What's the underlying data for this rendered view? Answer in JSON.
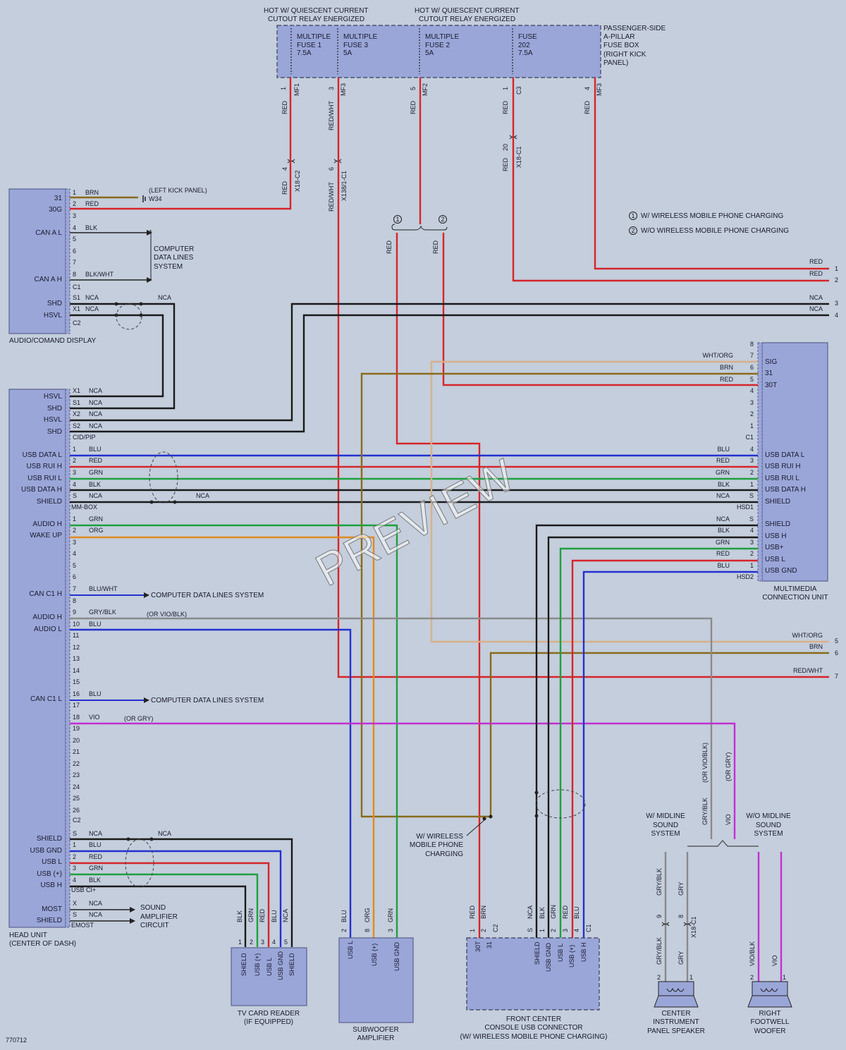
{
  "fuse_box": {
    "hot_left": [
      "HOT W/ QUIESCENT CURRENT",
      "CUTOUT RELAY ENERGIZED"
    ],
    "hot_right": [
      "HOT W/ QUIESCENT CURRENT",
      "CUTOUT RELAY ENERGIZED"
    ],
    "name": [
      "PASSENGER-SIDE",
      "A-PILLAR",
      "FUSE BOX",
      "(RIGHT KICK",
      "PANEL)"
    ],
    "fuses": [
      {
        "lines": [
          "MULTIPLE",
          "FUSE 1",
          "7.5A"
        ]
      },
      {
        "lines": [
          "MULTIPLE",
          "FUSE 3",
          "5A"
        ]
      },
      {
        "lines": [
          "MULTIPLE",
          "FUSE 2",
          "5A"
        ]
      },
      {
        "lines": [
          "FUSE",
          "202",
          "7.5A"
        ]
      }
    ],
    "pins": [
      "1",
      "3",
      "5",
      "1",
      "4"
    ],
    "conns": [
      "MF1",
      "MF3",
      "MF2",
      "C3",
      "MF3"
    ],
    "wires": [
      "RED",
      "RED/WHT",
      "RED",
      "RED",
      "RED"
    ]
  },
  "inline": {
    "x18c2": [
      "4",
      "X18-C2",
      "RED"
    ],
    "x138": [
      "6",
      "X138/1-C1",
      "RED/WHT"
    ],
    "x18c1": [
      "20",
      "X18-C1",
      "RED"
    ]
  },
  "legend": {
    "n1": "1",
    "t1": "W/ WIRELESS MOBILE PHONE CHARGING",
    "n2": "2",
    "t2": "W/O WIRELESS MOBILE PHONE CHARGING",
    "wire_a": "RED",
    "wire_b": "RED"
  },
  "audio_display": {
    "name": "AUDIO/COMAND DISPLAY",
    "pin_labels": [
      "31",
      "30G",
      "CAN A L",
      "CAN A H",
      "SHD",
      "HSVL"
    ],
    "pins": [
      "1",
      "2",
      "3",
      "4",
      "5",
      "6",
      "7",
      "8",
      "S1",
      "X1"
    ],
    "wires": [
      "BRN",
      "RED",
      "BLK",
      "BLK/WHT",
      "NCA",
      "NCA",
      "NCA"
    ],
    "c1": "C1",
    "c2": "C2",
    "ground": [
      "(LEFT KICK PANEL)",
      "W34"
    ],
    "cdl": [
      "COMPUTER",
      "DATA LINES",
      "SYSTEM"
    ]
  },
  "head_unit": {
    "name": [
      "HEAD UNIT",
      "(CENTER OF DASH)"
    ],
    "cid_pins": [
      [
        "X1",
        "NCA",
        "HSVL"
      ],
      [
        "S1",
        "NCA",
        "SHD"
      ],
      [
        "X2",
        "NCA",
        "HSVL"
      ],
      [
        "S2",
        "NCA",
        "SHD"
      ]
    ],
    "cid": "CID/PIP",
    "mm_pins": [
      [
        "1",
        "BLU",
        "USB DATA L"
      ],
      [
        "2",
        "RED",
        "USB RUI H"
      ],
      [
        "3",
        "GRN",
        "USB RUI L"
      ],
      [
        "4",
        "BLK",
        "USB DATA H"
      ],
      [
        "S",
        "NCA",
        "SHIELD"
      ]
    ],
    "mm_nca": "NCA",
    "mm": "MM-BOX",
    "c2_labels": [
      "AUDIO H",
      "WAKE UP",
      "CAN C1 H",
      "AUDIO H",
      "AUDIO L",
      "CAN C1 L"
    ],
    "c2_pins": [
      "1",
      "2",
      "3",
      "4",
      "5",
      "6",
      "7",
      "8",
      "9",
      "10",
      "11",
      "12",
      "13",
      "14",
      "15",
      "16",
      "17",
      "18",
      "19",
      "20",
      "21",
      "22",
      "23",
      "24",
      "25",
      "26"
    ],
    "c2_wires": {
      "p1": "GRN",
      "p2": "ORG",
      "p7": "BLU/WHT",
      "p9": "GRY/BLK",
      "p9b": "(OR VIO/BLK)",
      "p10": "BLU",
      "p16": "BLU",
      "p18": "VIO",
      "p18b": "(OR GRY)"
    },
    "cdl_text": "COMPUTER DATA LINES SYSTEM",
    "c2": "C2",
    "usb_pins": [
      [
        "S",
        "NCA",
        "SHIELD"
      ],
      [
        "1",
        "BLU",
        "USB GND"
      ],
      [
        "2",
        "RED",
        "USB L"
      ],
      [
        "3",
        "GRN",
        "USB (+)"
      ],
      [
        "4",
        "BLK",
        "USB H"
      ]
    ],
    "usb_nca": "NCA",
    "usb": "USB CI+",
    "most_pins": [
      [
        "X",
        "NCA",
        "MOST"
      ],
      [
        "S",
        "NCA",
        "SHIELD"
      ]
    ],
    "emost": "EMOST",
    "amp": [
      "SOUND",
      "AMPLIFIER",
      "CIRCUIT"
    ]
  },
  "mcu": {
    "name": [
      "MULTIMEDIA",
      "CONNECTION UNIT"
    ],
    "c1_pins": [
      [
        "8",
        ""
      ],
      [
        "7",
        "SIG"
      ],
      [
        "6",
        "31"
      ],
      [
        "5",
        "30T"
      ],
      [
        "4",
        ""
      ],
      [
        "3",
        ""
      ],
      [
        "2",
        ""
      ],
      [
        "1",
        ""
      ]
    ],
    "c1_wires": [
      "WHT/ORG",
      "BRN",
      "RED"
    ],
    "c1": "C1",
    "hsd1": [
      [
        "4",
        "BLU",
        "USB DATA L"
      ],
      [
        "3",
        "RED",
        "USB RUI H"
      ],
      [
        "2",
        "GRN",
        "USB RUI L"
      ],
      [
        "1",
        "BLK",
        "USB DATA H"
      ],
      [
        "S",
        "NCA",
        "SHIELD"
      ]
    ],
    "hsd1_name": "HSD1",
    "hsd2": [
      [
        "S",
        "NCA",
        "SHIELD"
      ],
      [
        "4",
        "BLK",
        "USB H"
      ],
      [
        "3",
        "GRN",
        "USB+"
      ],
      [
        "2",
        "RED",
        "USB L"
      ],
      [
        "1",
        "BLU",
        "USB GND"
      ]
    ],
    "hsd2_name": "HSD2"
  },
  "right_edge": {
    "wires": [
      "RED",
      "RED",
      "NCA",
      "NCA",
      "WHT/ORG",
      "BRN",
      "RED/WHT"
    ],
    "nums": [
      "1",
      "2",
      "3",
      "4",
      "5",
      "6",
      "7"
    ]
  },
  "tv": {
    "name": [
      "TV CARD READER",
      "(IF EQUIPPED)"
    ],
    "wires": [
      "BLK",
      "GRN",
      "RED",
      "BLU",
      "NCA"
    ],
    "pins": [
      "1",
      "2",
      "3",
      "4",
      "5"
    ],
    "labels": [
      "SHIELD",
      "USB (+)",
      "USB L",
      "USB GND",
      "SHIELD"
    ]
  },
  "sub": {
    "name": [
      "SUBWOOFER",
      "AMPLIFIER"
    ],
    "wires": [
      "BLU",
      "ORG",
      "GRN"
    ],
    "pins": [
      "2",
      "8",
      "3"
    ],
    "labels": [
      "USB L",
      "USB (+)",
      "USB GND"
    ]
  },
  "fc": {
    "name": [
      "FRONT CENTER",
      "CONSOLE USB CONNECTOR",
      "(W/ WIRELESS MOBILE PHONE CHARGING)"
    ],
    "left_wires": [
      "RED",
      "BRN"
    ],
    "left_pins": [
      "1",
      "2"
    ],
    "left_labels": [
      "30T",
      "31"
    ],
    "c2": "C2",
    "right_wires": [
      "NCA",
      "BLK",
      "GRN",
      "RED",
      "BLU"
    ],
    "right_pins": [
      "S",
      "1",
      "2",
      "3",
      "4"
    ],
    "right_labels": [
      "SHIELD",
      "USB GND",
      "USB L",
      "USB (+)",
      "USB H"
    ],
    "c1": "C1",
    "note": [
      "W/ WIRELESS",
      "MOBILE PHONE",
      "CHARGING"
    ]
  },
  "speakers": {
    "midline": [
      "W/ MIDLINE",
      "SOUND",
      "SYSTEM"
    ],
    "nomidline": [
      "W/O MIDLINE",
      "SOUND",
      "SYSTEM"
    ],
    "vert": [
      "GRY/BLK",
      "(OR VIO/BLK)",
      "VIO",
      "(OR GRY)"
    ],
    "c_top": [
      "GRY/BLK",
      "GRY"
    ],
    "c_pins": [
      "9",
      "8",
      "X18-C1"
    ],
    "c_bot": [
      "GRY/BLK",
      "GRY"
    ],
    "c_num": [
      "2",
      "1"
    ],
    "center": [
      "CENTER",
      "INSTRUMENT",
      "PANEL SPEAKER"
    ],
    "r_wires": [
      "VIO/BLK",
      "VIO"
    ],
    "r_num": [
      "2",
      "1"
    ],
    "right": [
      "RIGHT",
      "FOOTWELL",
      "WOOFER"
    ]
  },
  "footer": "770712",
  "watermark": "PREVIEW",
  "colors": {
    "red": "#d6252a",
    "blu": "#2430d0",
    "grn": "#1ea040",
    "blk": "#1a1a1a",
    "org": "#e08a20",
    "brn": "#8a6a1a",
    "vio": "#c030d0",
    "gry": "#8a8a8a",
    "wht_org": "#d8b08a"
  }
}
